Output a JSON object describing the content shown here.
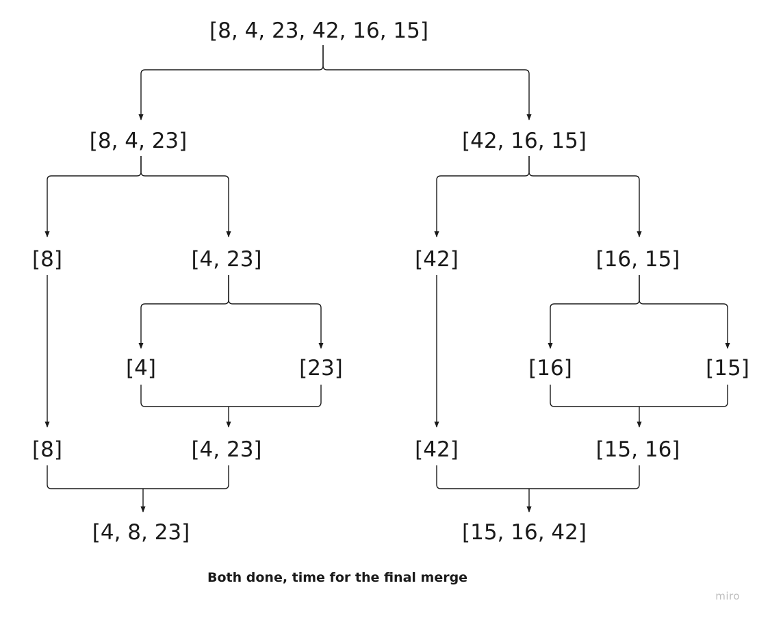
{
  "nodes": {
    "root": "[8, 4, 23, 42, 16, 15]",
    "left_half": "[8, 4, 23]",
    "right_half": "[42, 16, 15]",
    "left_single_8": "[8]",
    "left_pair_4_23": "[4, 23]",
    "right_single_42": "[42]",
    "right_pair_16_15": "[16, 15]",
    "leaf_4": "[4]",
    "leaf_23": "[23]",
    "leaf_16": "[16]",
    "leaf_15": "[15]",
    "merged_8": "[8]",
    "merged_4_23": "[4, 23]",
    "merged_42": "[42]",
    "merged_15_16": "[15, 16]",
    "merged_left": "[4, 8, 23]",
    "merged_right": "[15, 16, 42]"
  },
  "caption": "Both done, time for the final merge",
  "watermark": "miro",
  "colors": {
    "line": "#1a1a1a",
    "text": "#1a1a1a",
    "watermark": "#bdbdbd",
    "background": "#ffffff"
  }
}
